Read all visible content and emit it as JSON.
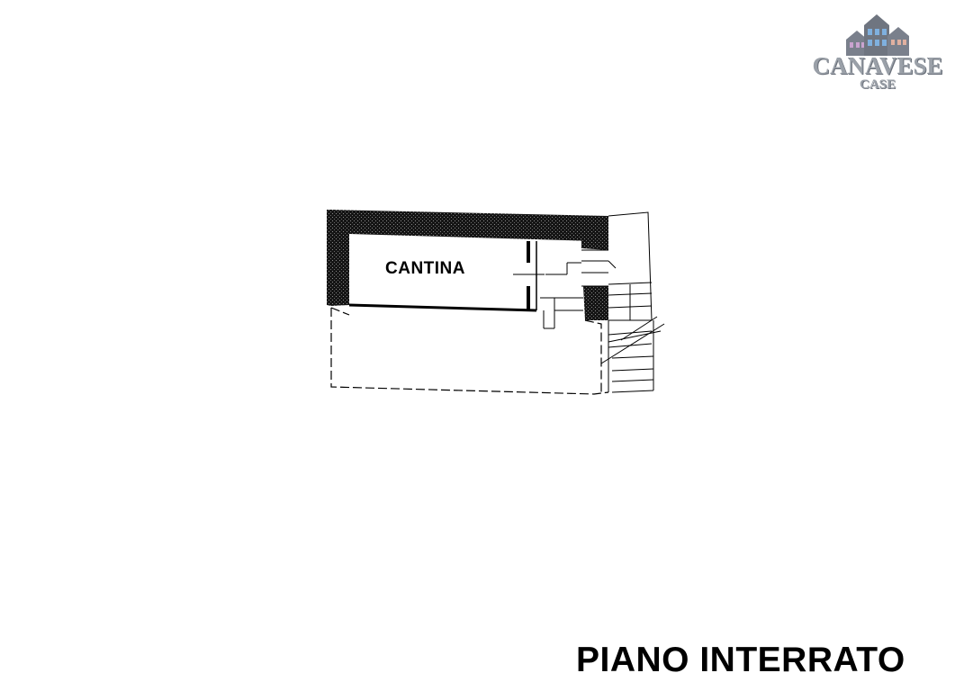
{
  "plan": {
    "room_label": "CANTINA",
    "floor_title": "PIANO INTERRATO"
  },
  "logo": {
    "word": "CANAVESE",
    "sub": "CASE",
    "icon": "houses-icon",
    "colors": {
      "text": "#9aa0a8",
      "roof": "#7a808c",
      "windows_left": "#c9a3cf",
      "windows_mid": "#7fb0de",
      "windows_right": "#e0b0a0"
    }
  },
  "colors": {
    "wall_fill": "#151515",
    "line": "#000000",
    "background": "#ffffff"
  }
}
